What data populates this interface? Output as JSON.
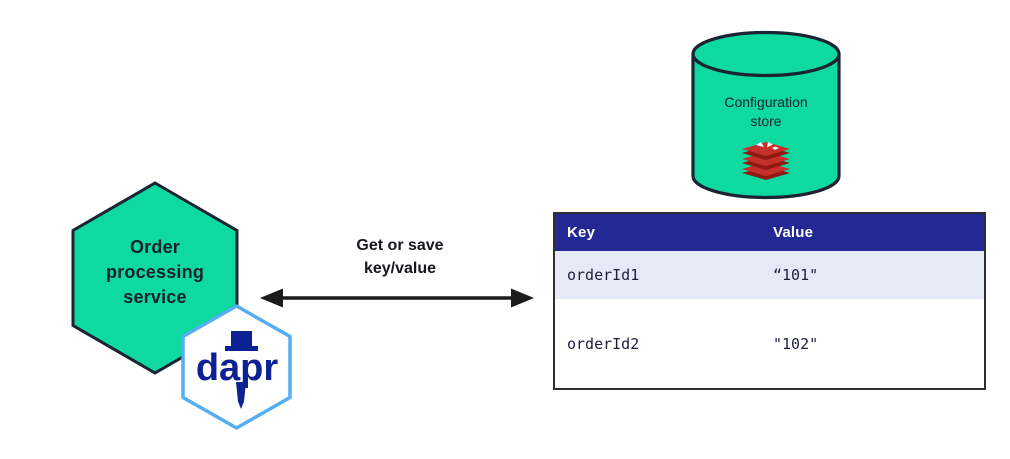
{
  "service": {
    "label": "Order\nprocessing\nservice"
  },
  "dapr_badge": {
    "text": "dapr"
  },
  "connection": {
    "label": "Get or save\nkey/value"
  },
  "config_store": {
    "label": "Configuration\nstore",
    "vendor_icon": "redis-icon"
  },
  "kv_table": {
    "columns": {
      "key": "Key",
      "value": "Value"
    },
    "rows": [
      {
        "key": "orderId1",
        "value": "“101\""
      },
      {
        "key": "orderId2",
        "value": "\"102\""
      }
    ]
  },
  "colors": {
    "mint_green": "#0ed9a0",
    "dark_outline": "#1a2433",
    "arrow_black": "#1c1c1c",
    "dapr_blue": "#0d2192",
    "dapr_hex_border": "#55aef3",
    "table_header_bg": "#232994",
    "table_row_alt_bg": "#e6eaf7",
    "table_border": "#2f2f2f",
    "redis_red": "#c6302b",
    "redis_dark_red": "#8f1a12"
  }
}
